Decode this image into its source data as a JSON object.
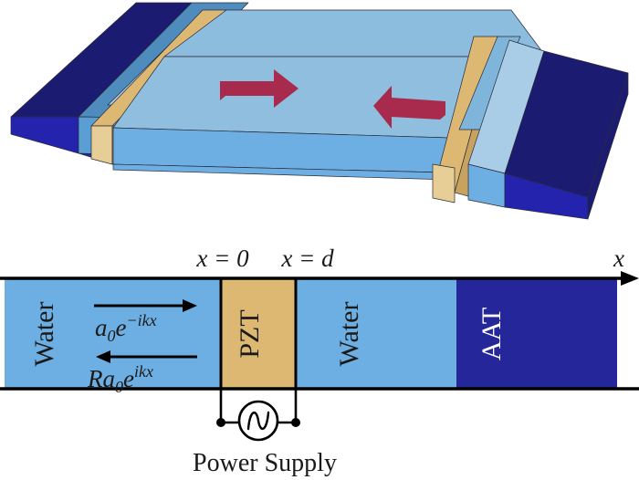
{
  "figure": {
    "title_present": false,
    "panels": [
      "three-dimensional-waveguide-render",
      "one-dimensional-cross-section-schematic"
    ]
  },
  "colors": {
    "water_light": "#6DAFE2",
    "water_top_pool": "#8CBDDE",
    "water_top_pool_shade": "#7FB5DA",
    "water_side_mid": "#5A9FD4",
    "water_side_dark": "#4E8CBE",
    "water_face_pale": "#A9CDE7",
    "aat_navy_top": "#1B1B72",
    "aat_navy_front": "#2323AE",
    "aat_schematic": "#26269B",
    "pzt_tan": "#DCB873",
    "pzt_tan_dark": "#C7A35F",
    "pzt_tan_light": "#E7CE97",
    "arrow_crimson": "#A82B4D",
    "outline": "#000000",
    "text_dark": "#1A1A1A",
    "text_light": "#FFFFFF"
  },
  "render3d": {
    "arrows": [
      {
        "name": "incident-wave-arrow",
        "direction": "right"
      },
      {
        "name": "reflected-wave-arrow",
        "direction": "left"
      }
    ],
    "materials": [
      {
        "name": "AAT",
        "role": "absorber-end-block"
      },
      {
        "name": "PZT",
        "role": "piezoelectric-transducer-strip"
      },
      {
        "name": "Water",
        "role": "fluid-medium"
      }
    ]
  },
  "schematic": {
    "axis": {
      "label": "x",
      "marks": [
        {
          "name": "origin-mark",
          "text": "x = 0"
        },
        {
          "name": "thickness-mark",
          "text": "x = d"
        }
      ]
    },
    "regions": [
      {
        "id": "water-left",
        "label": "Water",
        "color": "#6DAFE2",
        "text_color": "#1A1A1A"
      },
      {
        "id": "pzt",
        "label": "PZT",
        "color": "#DCB873",
        "text_color": "#1A1A1A"
      },
      {
        "id": "water-right",
        "label": "Water",
        "color": "#6DAFE2",
        "text_color": "#1A1A1A"
      },
      {
        "id": "aat",
        "label": "AAT",
        "color": "#26269B",
        "text_color": "#FFFFFF"
      }
    ],
    "waves": [
      {
        "id": "incident",
        "expression": "a0e^-ikx",
        "direction": "right"
      },
      {
        "id": "reflected",
        "expression": "Ra0e^ikx",
        "direction": "left"
      }
    ],
    "wave_parts": {
      "incident_base": "a",
      "incident_sub": "0",
      "incident_e": "e",
      "incident_exp": "−ikx",
      "reflected_base": "Ra",
      "reflected_sub": "0",
      "reflected_e": "e",
      "reflected_exp": "ikx"
    },
    "circuit": {
      "source_label": "Power Supply",
      "source_symbol": "ac-sine-source",
      "terminals": 2
    }
  }
}
